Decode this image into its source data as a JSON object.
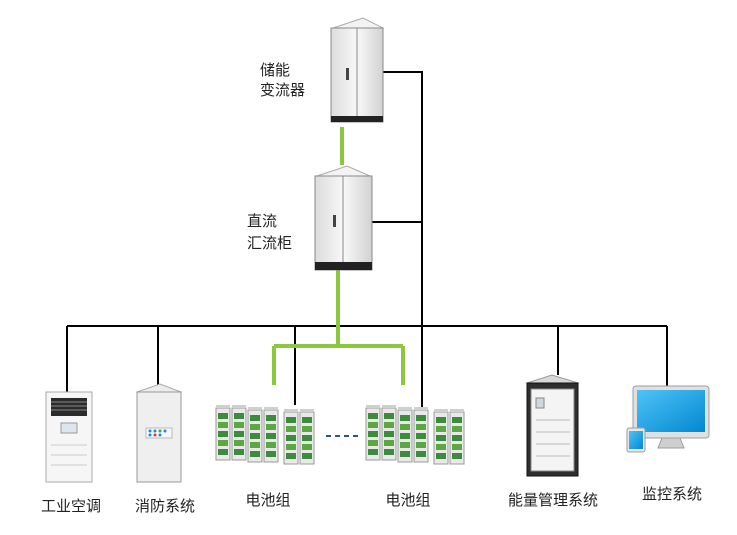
{
  "pcs_label": [
    "储能",
    "变流器"
  ],
  "dc_combiner_label": [
    "直流",
    "汇流柜"
  ],
  "devices": {
    "air_conditioner": "工业空调",
    "fire_protection": "消防系统",
    "battery_group_1": "电池组",
    "battery_group_2": "电池组",
    "ems": "能量管理系统",
    "monitoring": "监控系统"
  },
  "colors": {
    "power_line": "#000000",
    "dc_bus": "#8dc63f",
    "battery_link": "#2e4e9e",
    "monitor_screen": "#29b6f6"
  }
}
